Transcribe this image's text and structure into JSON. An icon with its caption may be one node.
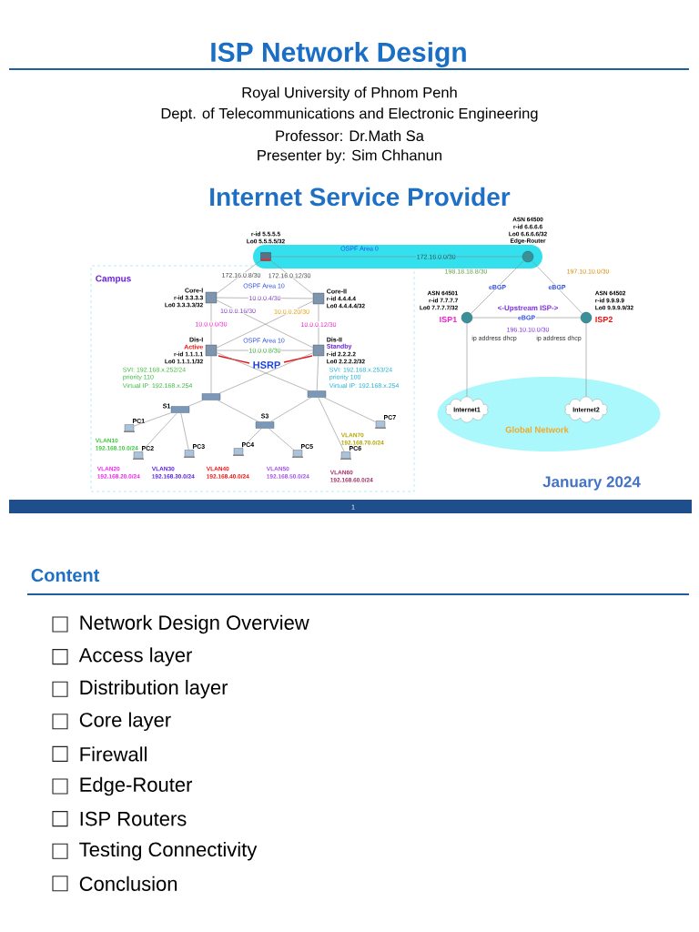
{
  "diagram": {
    "title": "ISP Network Design",
    "nodes": [
      {
        "text": [
          "r-id 5.5.5.5",
          "Lo0 5.5.5.5/32"
        ],
        "in": 1
      },
      {
        "text": [
          "OSPF Area 0"
        ]
      },
      {
        "text": [
          "ASN 64500",
          "r-id 6.6.6.6",
          "Lo0 6.6.6.6/32",
          "Edge-Router"
        ],
        "in": 1
      },
      {
        "text": [
          "Campus"
        ]
      },
      {
        "text": [
          "Core-I",
          "r-id 3.3.3.3",
          "Lo0 3.3.3.3/32"
        ],
        "in": 3
      },
      {
        "text": [
          "Core-II",
          "r-id 4.4.4.4",
          "Lo0 4.4.4.4/32"
        ],
        "in": 3
      },
      {
        "text": [
          "Dis-I",
          "Active",
          "r-id 1.1.1.1",
          "Lo0 1.1.1.1/32"
        ],
        "beside": [
          "SVI: 192.168.x.252/24",
          "priority 110",
          "Virtual IP: 192.168.x.254"
        ],
        "in": 3
      },
      {
        "text": [
          "Dis-II",
          "Standby",
          "r-id 2.2.2.2",
          "Lo0 2.2.2.2/32"
        ],
        "beside": [
          "SVI: 192.168.x.253/24",
          "priority 100",
          "Virtual IP: 192.168.x.254"
        ],
        "in": 3
      },
      {
        "text": [
          "ASN 64501",
          "r-id 7.7.7.7",
          "Lo0 7.7.7.7/32",
          "ISP1"
        ]
      },
      {
        "text": [
          "ASN 64502",
          "r-id 9.9.9.9",
          "Lo0 9.9.9.9/32",
          "ISP2"
        ]
      },
      {
        "text": [
          "Global Network"
        ]
      },
      {
        "text": [
          "Internet1"
        ],
        "in": 10
      },
      {
        "text": [
          "Internet2"
        ],
        "in": 10
      },
      {
        "text": [],
        "shape": "box",
        "in": 3
      },
      {
        "text": [
          "S1"
        ],
        "in": 3
      },
      {
        "text": [],
        "shape": "box",
        "in": 3
      },
      {
        "text": [
          "S3"
        ],
        "in": 3
      },
      {
        "text": [
          "PC1"
        ],
        "beside": [
          "VLAN10",
          "192.168.10.0/24"
        ],
        "in": 3
      },
      {
        "text": [
          "PC2"
        ],
        "beside": [
          "VLAN20",
          "192.168.20.0/24"
        ],
        "in": 3
      },
      {
        "text": [
          "PC3"
        ],
        "beside": [
          "VLAN30",
          "192.168.30.0/24"
        ],
        "in": 3
      },
      {
        "text": [
          "PC4"
        ],
        "beside": [
          "VLAN40",
          "192.168.40.0/24"
        ],
        "in": 3
      },
      {
        "text": [
          "PC5"
        ],
        "beside": [
          "VLAN50",
          "192.168.50.0/24"
        ],
        "in": 3
      },
      {
        "text": [
          "PC6"
        ],
        "beside": [
          "VLAN60",
          "192.168.60.0/24"
        ],
        "in": 3
      },
      {
        "text": [
          "PC7"
        ],
        "beside": [
          "VLAN70",
          "192.168.70.0/24"
        ],
        "in": 3
      }
    ],
    "edges": [
      {
        "from": 0,
        "to": 2,
        "arrow": "none",
        "label": "172.16.0.0/30"
      },
      {
        "from": 0,
        "to": 4,
        "arrow": "none",
        "label": "172.16.0.8/30"
      },
      {
        "from": 0,
        "to": 5,
        "arrow": "none",
        "label": "172.16.0.12/30"
      },
      {
        "from": 4,
        "to": 5,
        "arrow": "none",
        "label": "10.0.0.4/30"
      },
      {
        "from": 4,
        "to": 6,
        "arrow": "none",
        "label": "10.0.0.0/30"
      },
      {
        "from": 4,
        "to": 7,
        "arrow": "none",
        "label": "10.0.0.16/30"
      },
      {
        "from": 5,
        "to": 6,
        "arrow": "none",
        "label": "10.0.0.20/30"
      },
      {
        "from": 5,
        "to": 7,
        "arrow": "none",
        "label": "10.0.0.12/30"
      },
      {
        "from": 6,
        "to": 7,
        "arrow": "none",
        "label": "10.0.0.8/30"
      },
      {
        "from": 6,
        "to": 13,
        "arrow": "none"
      },
      {
        "from": 6,
        "to": 15,
        "arrow": "none"
      },
      {
        "from": 7,
        "to": 13,
        "arrow": "none"
      },
      {
        "from": 7,
        "to": 15,
        "arrow": "none"
      },
      {
        "from": 13,
        "to": 14,
        "arrow": "none"
      },
      {
        "from": 13,
        "to": 16,
        "arrow": "none"
      },
      {
        "from": 15,
        "to": 16,
        "arrow": "none"
      },
      {
        "from": 14,
        "to": 17,
        "arrow": "none"
      },
      {
        "from": 14,
        "to": 18,
        "arrow": "none"
      },
      {
        "from": 14,
        "to": 19,
        "arrow": "none"
      },
      {
        "from": 16,
        "to": 20,
        "arrow": "none"
      },
      {
        "from": 16,
        "to": 21,
        "arrow": "none"
      },
      {
        "from": 15,
        "to": 22,
        "arrow": "none"
      },
      {
        "from": 15,
        "to": 23,
        "arrow": "none"
      },
      {
        "from": 2,
        "to": 8,
        "arrow": "none",
        "label": "eBGP"
      },
      {
        "from": 2,
        "to": 9,
        "arrow": "none",
        "label": "eBGP"
      },
      {
        "from": 8,
        "to": 9,
        "arrow": "none",
        "label": "eBGP"
      },
      {
        "from": 8,
        "to": 11,
        "arrow": "none"
      },
      {
        "from": 9,
        "to": 12,
        "arrow": "none"
      }
    ],
    "labels": [
      "Royal University of Phnom Penh",
      "Dept. of Telecommunications and Electronic Engineering",
      "Professor: Dr.Math Sa",
      "Presenter by: Sim Chhanun",
      "Internet Service Provider",
      "OSPF Area 10",
      "OSPF Area 10",
      "HSRP",
      "198.18.18.8/30",
      "197.10.10.0/30",
      "<-Upstream ISP->",
      "196.10.10.0/30",
      "ip address dhcp",
      "ip address dhcp",
      "January 2024",
      "1",
      "Content",
      "Network Design Overview",
      "Access layer",
      "Distribution layer",
      "Core layer",
      "Firewall",
      "Edge-Router",
      "ISP Routers",
      "Testing Connectivity",
      "Conclusion"
    ]
  }
}
